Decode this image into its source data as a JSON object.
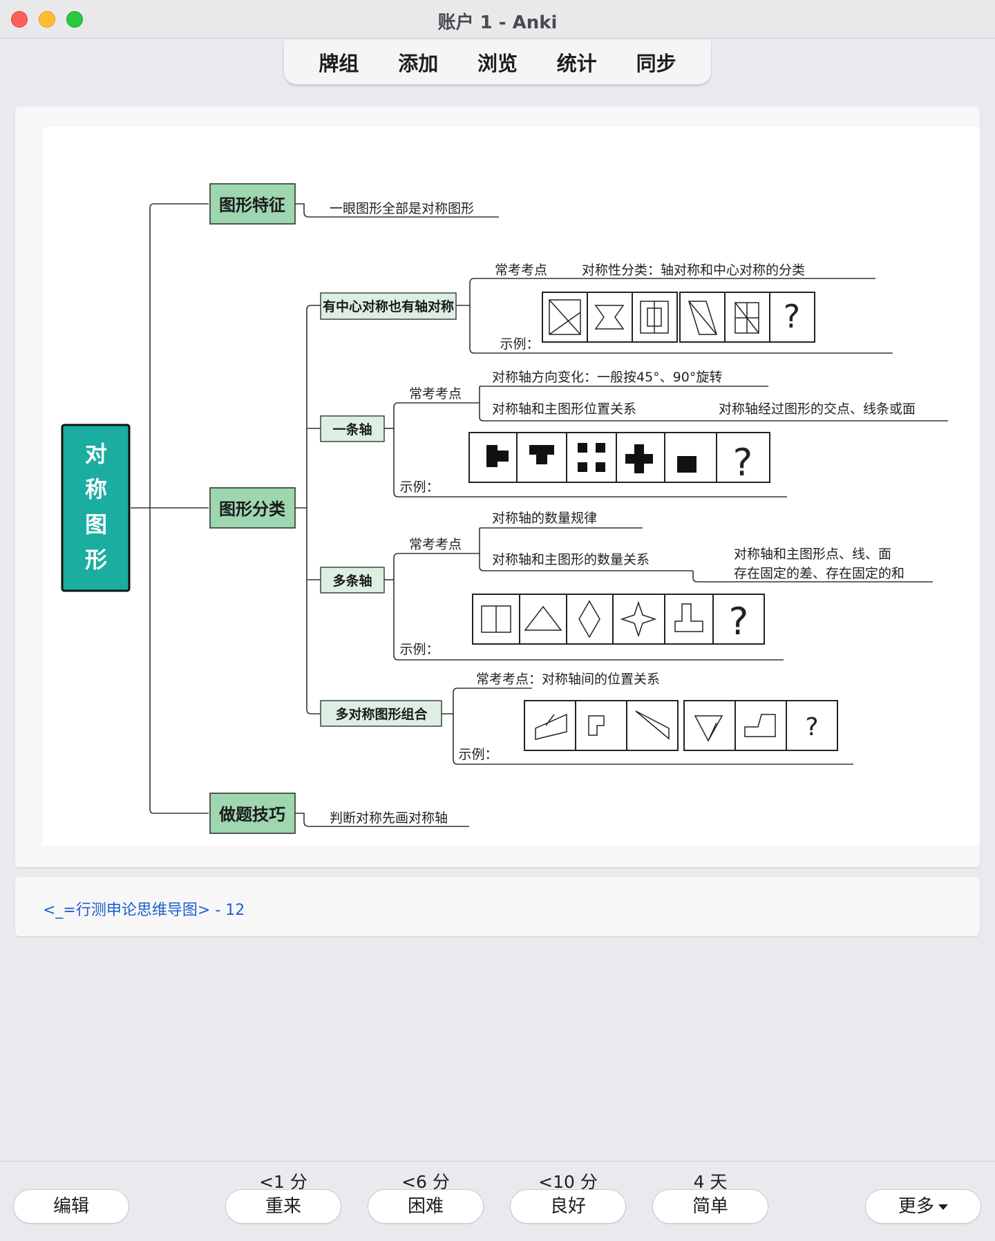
{
  "window": {
    "title": "账户 1 - Anki"
  },
  "toolbar": {
    "items": [
      "牌组",
      "添加",
      "浏览",
      "统计",
      "同步"
    ]
  },
  "mindmap": {
    "root": [
      "对",
      "称",
      "图",
      "形"
    ],
    "branch_features": "图形特征",
    "branch_features_note": "一眼图形全部是对称图形",
    "branch_classes": "图形分类",
    "branch_tips": "做题技巧",
    "branch_tips_note": "判断对称先画对称轴",
    "sub_both": "有中心对称也有轴对称",
    "sub_both_kp_label": "常考考点",
    "sub_both_kp": "对称性分类：轴对称和中心对称的分类",
    "example_label": "示例：",
    "sub_one": "一条轴",
    "sub_one_kp_label": "常考考点",
    "sub_one_kp1": "对称轴方向变化：一般按45°、90°旋转",
    "sub_one_kp2": "对称轴和主图形位置关系",
    "sub_one_kp2_note": "对称轴经过图形的交点、线条或面",
    "sub_multi": "多条轴",
    "sub_multi_kp_label": "常考考点",
    "sub_multi_kp1": "对称轴的数量规律",
    "sub_multi_kp2": "对称轴和主图形的数量关系",
    "sub_multi_note_line1": "对称轴和主图形点、线、面",
    "sub_multi_note_line2": "存在固定的差、存在固定的和",
    "sub_combo": "多对称图形组合",
    "sub_combo_kp": "常考考点：对称轴间的位置关系",
    "question_mark": "?"
  },
  "deck_source": "<_=行测申论思维导图> - 12",
  "answer_buttons": {
    "edit": "编辑",
    "again": "重来",
    "hard": "困难",
    "good": "良好",
    "easy": "简单",
    "more": "更多",
    "again_interval": "<1 分",
    "hard_interval": "<6 分",
    "good_interval": "<10 分",
    "easy_interval": "4 天"
  },
  "colors": {
    "root_fill": "#1aada0",
    "branch_fill": "#9ed6b0",
    "sub_fill": "#dcefe2",
    "link_blue": "#1f5ecb"
  }
}
